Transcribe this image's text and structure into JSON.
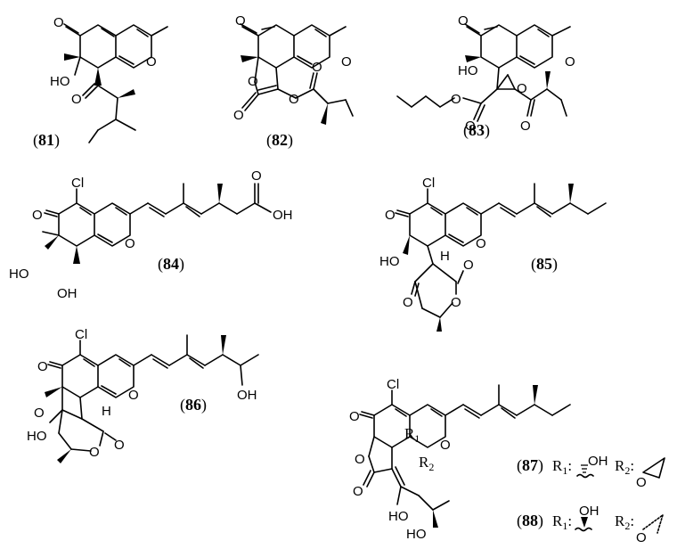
{
  "atom_labels": {
    "O": "O",
    "OH": "OH",
    "HO": "HO",
    "Cl": "Cl",
    "H": "H",
    "R1": "R",
    "R1_sub": "1",
    "R2": "R",
    "R2_sub": "2"
  },
  "compounds": {
    "c81": {
      "open": "(",
      "num": "81",
      "close": ")"
    },
    "c82": {
      "open": "(",
      "num": "82",
      "close": ")"
    },
    "c83": {
      "open": "(",
      "num": "83",
      "close": ")"
    },
    "c84": {
      "open": "(",
      "num": "84",
      "close": ")"
    },
    "c85": {
      "open": "(",
      "num": "85",
      "close": ")"
    },
    "c86": {
      "open": "(",
      "num": "86",
      "close": ")"
    },
    "c87": {
      "open": "(",
      "num": "87",
      "close": ")"
    },
    "c88": {
      "open": "(",
      "num": "88",
      "close": ")"
    }
  },
  "substituents": {
    "r1_label": "R",
    "r1_sub": "1",
    "r2_label": "R",
    "r2_sub": "2",
    "colon": ":",
    "oh": "OH",
    "o": "O"
  }
}
